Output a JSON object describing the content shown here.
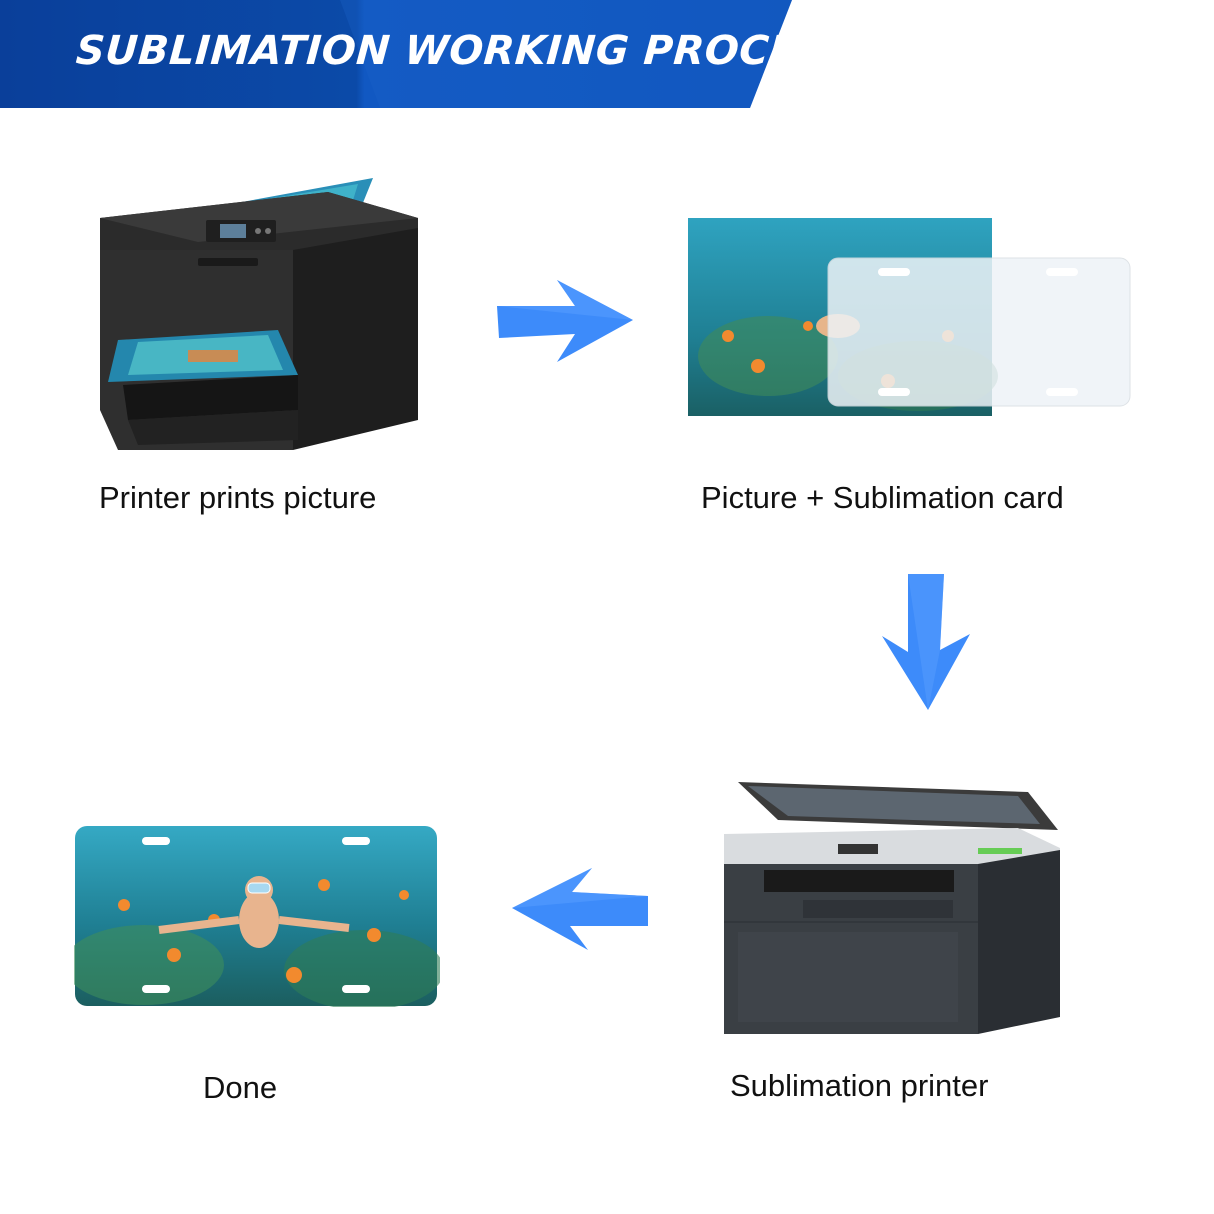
{
  "header": {
    "title": "SUBLIMATION WORKING PROCESS",
    "color": "#0b4aa8"
  },
  "steps": [
    {
      "label": "Printer prints picture",
      "icon": "inkjet-printer-icon"
    },
    {
      "label": "Picture + Sublimation card",
      "icon": "photo-with-card-icon"
    },
    {
      "label": "Sublimation printer",
      "icon": "laser-printer-icon"
    },
    {
      "label": "Done",
      "icon": "printed-plate-icon"
    }
  ],
  "arrow_color": "#3d8bfa"
}
